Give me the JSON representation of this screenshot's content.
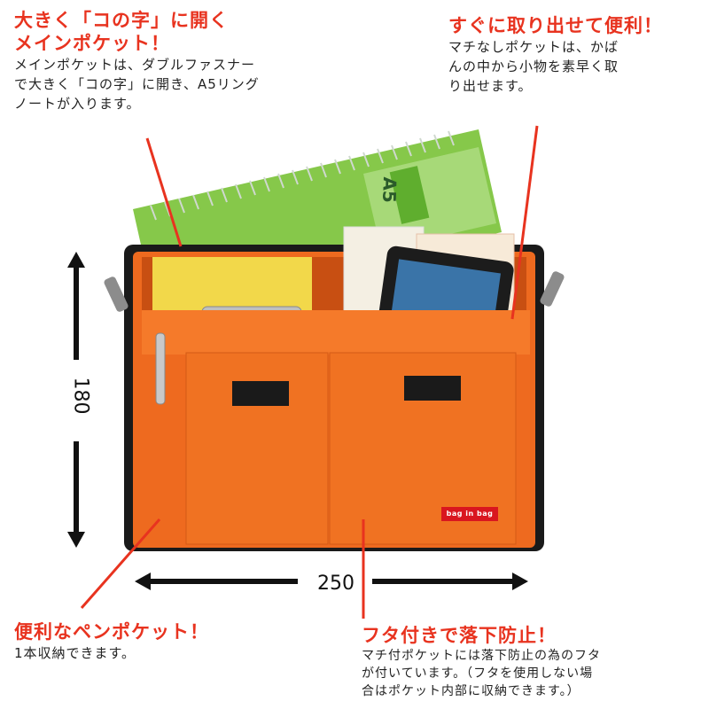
{
  "callouts": {
    "top_left": {
      "heading_line1": "大きく「コの字」に開く",
      "heading_line2": "メインポケット！",
      "body_line1": "メインポケットは、ダブルファスナー",
      "body_line2": "で大きく「コの字」に開き、A5リング",
      "body_line3": "ノートが入ります。"
    },
    "top_right": {
      "heading": "すぐに取り出せて便利！",
      "body_line1": "マチなしポケットは、かば",
      "body_line2": "んの中から小物を素早く取",
      "body_line3": "り出せます。"
    },
    "bottom_left": {
      "heading": "便利なペンポケット！",
      "body_line1": "1本収納できます。"
    },
    "bottom_right": {
      "heading": "フタ付きで落下防止！",
      "body_line1": "マチ付ポケットには落下防止の為のフタ",
      "body_line2": "が付いています。（フタを使用しない場",
      "body_line3": "合はポケット内部に収納できます。）"
    }
  },
  "dimensions": {
    "width_label": "250",
    "height_label": "180"
  },
  "product": {
    "notebook_label": "A5",
    "brand_tag": "bag in bag"
  },
  "colors": {
    "accent_red": "#e8331f",
    "bag_orange": "#f06a1e",
    "notebook_green": "#7fc43f"
  }
}
